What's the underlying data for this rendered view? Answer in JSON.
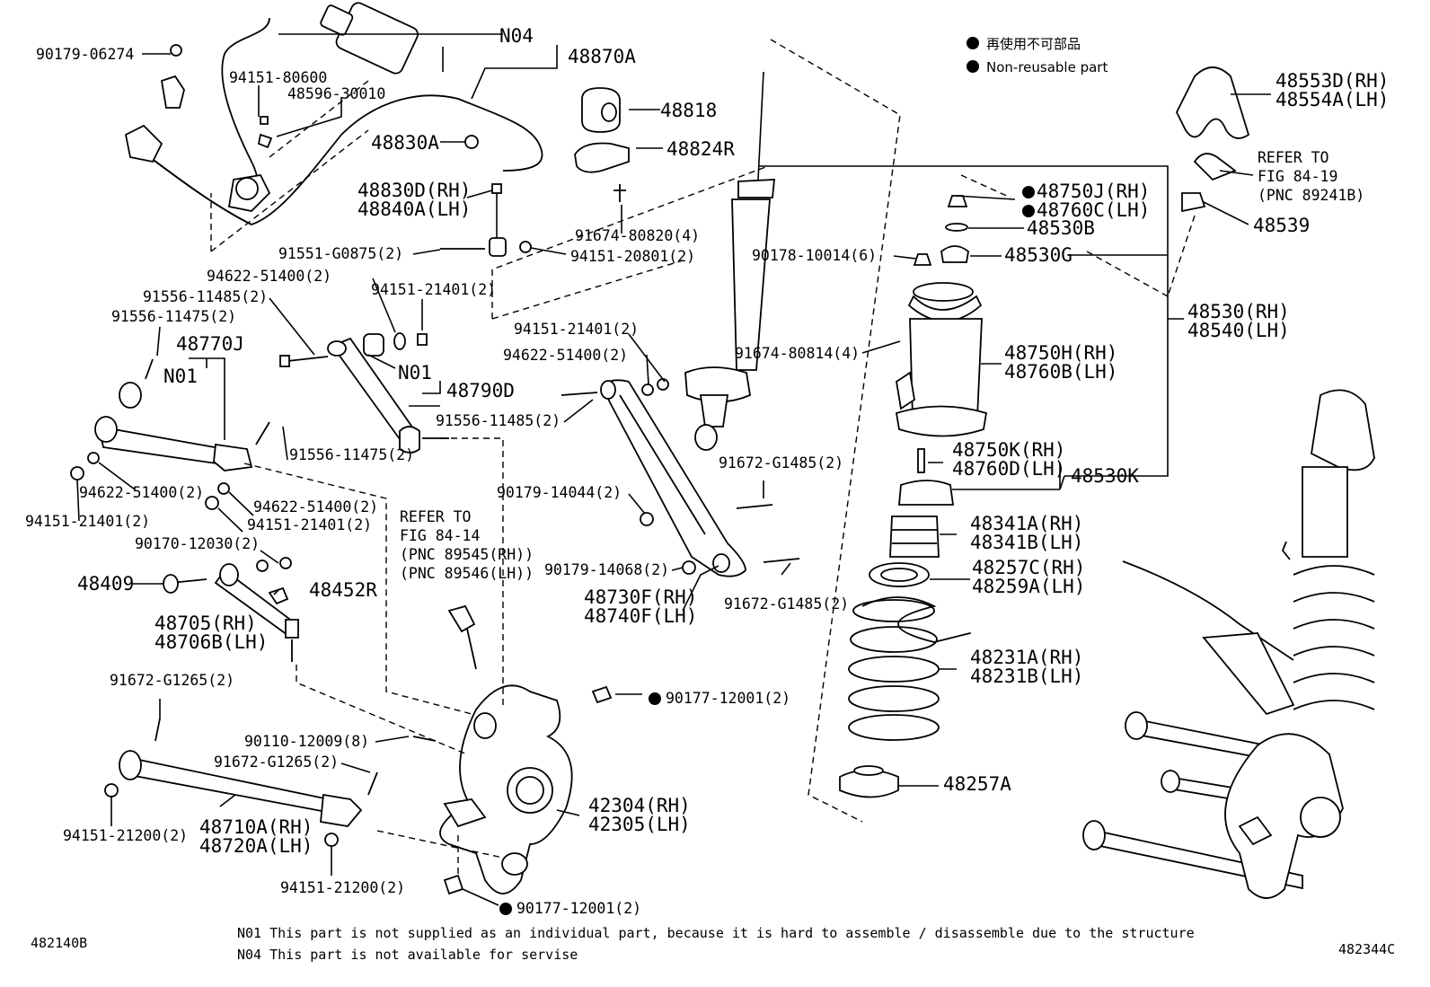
{
  "legend": {
    "jp": "再使用不可部品",
    "en": "Non-reusable part"
  },
  "labels": {
    "p90179_06274": "90179-06274",
    "pN04": "N04",
    "p48870A": "48870A",
    "p94151_80600": "94151-80600",
    "p48596_30010": "48596-30010",
    "p48818": "48818",
    "p48830A": "48830A",
    "p48824R": "48824R",
    "p48830D": "48830D(RH)",
    "p48840A": "48840A(LH)",
    "p91674_80820": "91674-80820(4)",
    "p91551_G0875": "91551-G0875(2)",
    "p94151_20801": "94151-20801(2)",
    "p94622_51400_a": "94622-51400(2)",
    "p94151_21401_a": "94151-21401(2)",
    "p91556_11485_a": "91556-11485(2)",
    "p91556_11475_a": "91556-11475(2)",
    "p48770J": "48770J",
    "pN01_a": "N01",
    "pN01_b": "N01",
    "p48790D": "48790D",
    "p91556_11475_b": "91556-11475(2)",
    "p94622_51400_b": "94622-51400(2)",
    "p94151_21401_b": "94151-21401(2)",
    "p94622_51400_c": "94622-51400(2)",
    "p94151_21401_c": "94151-21401(2)",
    "p90170_12030": "90170-12030(2)",
    "p48409": "48409",
    "p48452R": "48452R",
    "p48705B": "48705(RH)",
    "p48706B": "48706B(LH)",
    "p91672_G1265_a": "91672-G1265(2)",
    "p90110_12009": "90110-12009(8)",
    "p91672_G1265_b": "91672-G1265(2)",
    "p48710A": "48710A(RH)",
    "p48720A": "48720A(LH)",
    "p94151_21200_a": "94151-21200(2)",
    "p94151_21200_b": "94151-21200(2)",
    "p94151_21401_d": "94151-21401(2)",
    "p94622_51400_d": "94622-51400(2)",
    "p91556_11485_b": "91556-11485(2)",
    "p91674_80814": "91674-80814(4)",
    "p91672_G1485_a": "91672-G1485(2)",
    "p90179_14044": "90179-14044(2)",
    "p90179_14068": "90179-14068(2)",
    "p48730F": "48730F(RH)",
    "p48740F": "48740F(LH)",
    "p91672_G1485_b": "91672-G1485(2)",
    "p90177_12001_a": "90177-12001(2)",
    "p90177_12001_b": "90177-12001(2)",
    "p42304": "42304(RH)",
    "p42305": "42305(LH)",
    "p90178_10014": "90178-10014(6)",
    "p48750J": "48750J(RH)",
    "p48760C": "48760C(LH)",
    "p48530B": "48530B",
    "p48530G": "48530G",
    "p48530RH": "48530(RH)",
    "p48540LH": "48540(LH)",
    "p48750H": "48750H(RH)",
    "p48760B": "48760B(LH)",
    "p48750K": "48750K(RH)",
    "p48760D": "48760D(LH)",
    "p48530K": "48530K",
    "p48341A": "48341A(RH)",
    "p48341B": "48341B(LH)",
    "p48257C": "48257C(RH)",
    "p48259A": "48259A(LH)",
    "p48231A": "48231A(RH)",
    "p48231B": "48231B(LH)",
    "p48257A": "48257A",
    "p48553D": "48553D(RH)",
    "p48554A": "48554A(LH)",
    "p48539": "48539",
    "ref1_l1": "REFER TO",
    "ref1_l2": "FIG 84-19",
    "ref1_l3": "(PNC 89241B)",
    "ref2_l1": "REFER TO",
    "ref2_l2": "FIG 84-14",
    "ref2_l3": "(PNC 89545(RH))",
    "ref2_l4": "(PNC 89546(LH))"
  },
  "footer": {
    "note_n01": "N01 This part is not supplied as an individual part, because it is hard to assemble / disassemble due to the structure",
    "note_n04": "N04 This part is not available for servise",
    "code_left": "482140B",
    "code_right": "482344C"
  }
}
